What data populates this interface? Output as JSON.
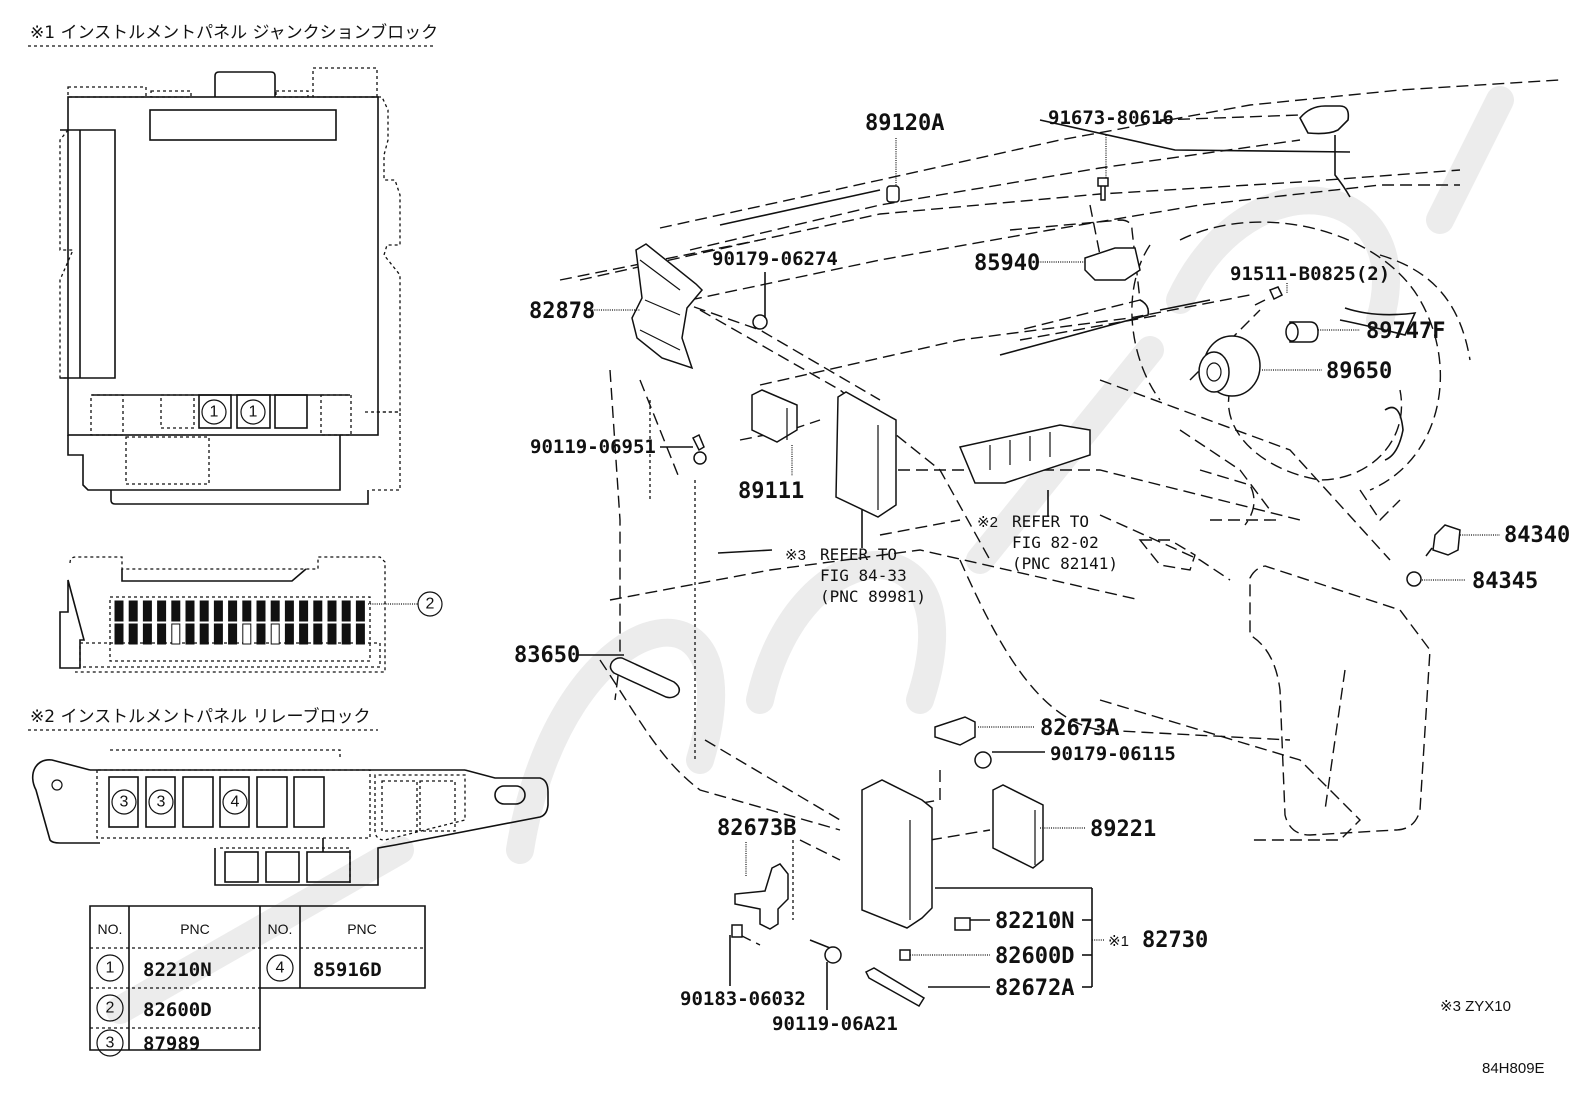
{
  "figure_code": "84H809E",
  "junction_block": {
    "title": "※1 インストルメントパネル ジャンクションブロック",
    "markers": [
      "1",
      "1"
    ],
    "connector_marker": "2"
  },
  "relay_block": {
    "title": "※2 インストルメントパネル リレーブロック",
    "markers": [
      "3",
      "3",
      "4"
    ]
  },
  "pnc_table": {
    "headers": [
      "NO.",
      "PNC",
      "NO.",
      "PNC"
    ],
    "rows": [
      {
        "no": "1",
        "pnc": "82210N"
      },
      {
        "no": "2",
        "pnc": "82600D"
      },
      {
        "no": "3",
        "pnc": "87989"
      },
      {
        "no": "4",
        "pnc": "85916D"
      }
    ]
  },
  "part_labels": {
    "p89120A": "89120A",
    "p91673_80616": "91673-80616",
    "p90179_06274": "90179-06274",
    "p82878": "82878",
    "p85940": "85940",
    "p91511_B0825": "91511-B0825(2)",
    "p89747F": "89747F",
    "p89650": "89650",
    "p90119_06951": "90119-06951",
    "p89111": "89111",
    "p84340": "84340",
    "p84345": "84345",
    "p83650": "83650",
    "p82673A": "82673A",
    "p90179_06115": "90179-06115",
    "p89221": "89221",
    "p82673B": "82673B",
    "p82210N": "82210N",
    "p82600D": "82600D",
    "p82672A": "82672A",
    "p82730": "82730",
    "p82730_mark": "※1",
    "p90183_06032": "90183-06032",
    "p90119_06A21": "90119-06A21"
  },
  "references": {
    "ref2": {
      "mark": "※2",
      "lines": [
        "REFER TO",
        "FIG 82-02",
        "(PNC 82141)"
      ]
    },
    "ref3": {
      "mark": "※3",
      "lines": [
        "REFER TO",
        "FIG 84-33",
        "(PNC 89981)"
      ]
    }
  },
  "footnote": "※3 ZYX10"
}
